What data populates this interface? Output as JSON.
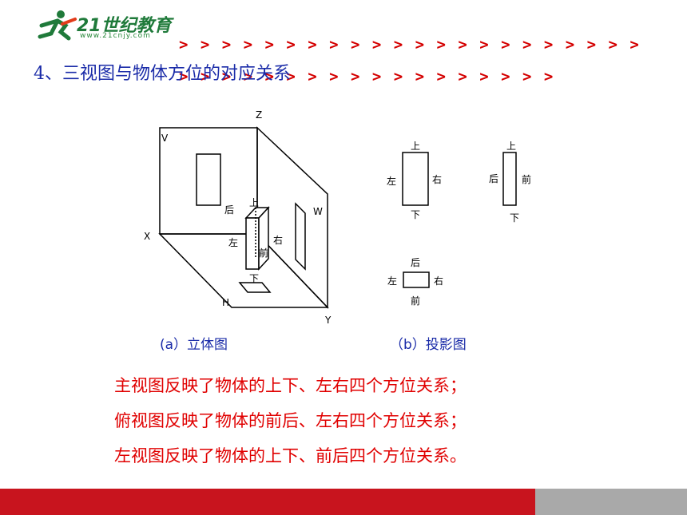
{
  "header": {
    "logo_text": "21世纪教育",
    "logo_sub": "www.21cnjy.com",
    "arrows": "> > > > > > > > > > > > > > > > > > > > > > > > > > > > > > > > > > > > > > > >"
  },
  "title": "4、三视图与物体方位的对应关系",
  "diagram_3d": {
    "labels": {
      "z": "Z",
      "v": "V",
      "x": "X",
      "w": "W",
      "h": "H",
      "y": "Y"
    },
    "face_labels": {
      "top": "上",
      "back": "后",
      "left": "左",
      "right": "右",
      "front": "前",
      "bottom": "下"
    }
  },
  "views": {
    "main_view": {
      "top": "上",
      "bottom": "下",
      "left": "左",
      "right": "右"
    },
    "side_view": {
      "top": "上",
      "bottom": "下",
      "left": "后",
      "right": "前"
    },
    "top_view": {
      "top": "后",
      "bottom": "前",
      "left": "左",
      "right": "右"
    }
  },
  "captions": {
    "a": "(a）立体图",
    "b": "（b）投影图"
  },
  "statements": [
    "主视图反映了物体的上下、左右四个方位关系；",
    "俯视图反映了物体的前后、左右四个方位关系；",
    "左视图反映了物体的上下、前后四个方位关系。"
  ],
  "colors": {
    "title": "#1a2ba8",
    "statement": "#e00000",
    "arrows": "#d40000",
    "bar_red": "#c8141e",
    "bar_gray": "#a9a9a9"
  }
}
